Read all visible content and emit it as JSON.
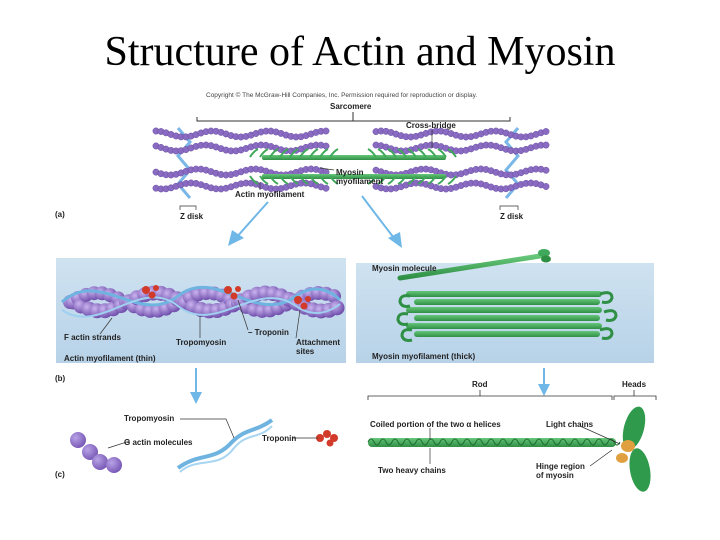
{
  "title": "Structure of Actin and Myosin",
  "copyright": "Copyright © The McGraw-Hill Companies, Inc. Permission required for reproduction or display.",
  "panel_a": {
    "part_label": "(a)",
    "sarcomere": "Sarcomere",
    "cross_bridge": "Cross-bridge",
    "myosin_myofilament_1": "Myosin",
    "myosin_myofilament_2": "myofilament",
    "actin_myofilament": "Actin myofilament",
    "z_disk_left": "Z disk",
    "z_disk_right": "Z disk"
  },
  "panel_b_left": {
    "part_label": "(b)",
    "f_actin_strands": "F actin strands",
    "tropomyosin": "Tropomyosin",
    "troponin": "Troponin",
    "attachment_sites_1": "Attachment",
    "attachment_sites_2": "sites",
    "caption": "Actin myofilament (thin)"
  },
  "panel_b_right": {
    "myosin_molecule": "Myosin molecule",
    "caption": "Myosin myofilament (thick)"
  },
  "panel_c_left": {
    "part_label": "(c)",
    "tropomyosin": "Tropomyosin",
    "g_actin_molecules": "G actin molecules",
    "troponin": "Troponin"
  },
  "panel_c_right": {
    "rod": "Rod",
    "heads": "Heads",
    "coiled_portion": "Coiled portion of the two α helices",
    "light_chains": "Light chains",
    "two_heavy_chains": "Two heavy chains",
    "hinge_region_1": "Hinge region",
    "hinge_region_2": "of myosin"
  },
  "colors": {
    "actin_purple": "#8a6bc2",
    "tropomyosin_blue": "#6fb4e0",
    "troponin_red": "#d23a2a",
    "myosin_green": "#3fa85a",
    "light_chain_orange": "#e0a040",
    "zdisk_blue": "#7ab6e6",
    "arrow_blue": "#6fb7e6"
  }
}
